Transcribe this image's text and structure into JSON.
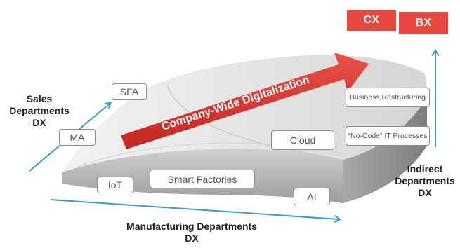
{
  "outcomes": {
    "cx": "CX",
    "bx": "BX"
  },
  "arrow_label": "Company-Wide Digitalization",
  "sales": {
    "line1": "Sales",
    "line2": "Departments",
    "line3": "DX"
  },
  "indirect": {
    "line1": "Indirect",
    "line2": "Departments",
    "line3": "DX"
  },
  "manufacturing": {
    "line1": "Manufacturing Departments",
    "line2": "DX"
  },
  "tags": {
    "sfa": "SFA",
    "ma": "MA",
    "iot": "IoT",
    "smart_factories": "Smart Factories",
    "ai": "AI",
    "cloud": "Cloud",
    "business_restructuring": "Business Restructuring",
    "no_code": "“No-Code” IT Processes"
  },
  "colors": {
    "red": "#e8473f",
    "blue": "#3a9bd1",
    "block_top": "#e6e6e6",
    "block_side": "#9a9a9a"
  }
}
